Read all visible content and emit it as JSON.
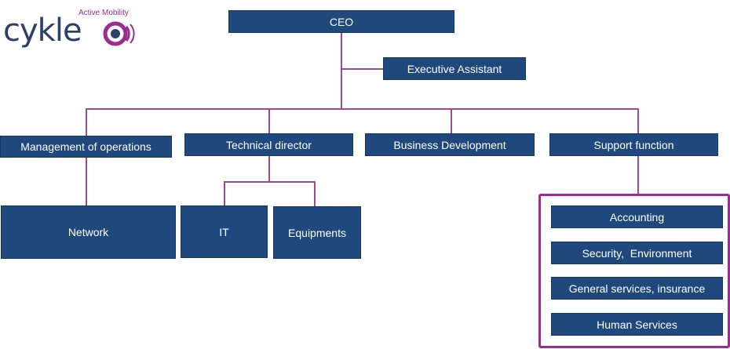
{
  "logo": {
    "tagline": "Active Mobility",
    "wordmark": "cykle",
    "icon": "target-signal-icon"
  },
  "org": {
    "ceo": "CEO",
    "executive_assistant": "Executive Assistant",
    "departments": {
      "operations": "Management of operations",
      "technical": "Technical director",
      "business": "Business Development",
      "support": "Support function"
    },
    "operations_units": [
      "Network"
    ],
    "technical_units": [
      "IT",
      "Equipments"
    ],
    "support_units": [
      "Accounting",
      "Security,  Environment",
      "General services, insurance",
      "Human Services"
    ]
  },
  "colors": {
    "box_fill": "#1f497d",
    "connector": "#9b4a97",
    "group_border": "#9b2d8e",
    "logo_text": "#2d3f6b",
    "logo_accent": "#9b2d8e"
  }
}
